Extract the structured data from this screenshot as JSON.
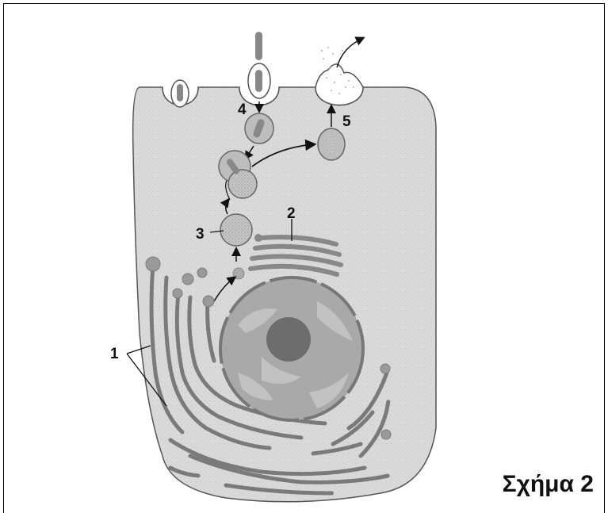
{
  "figure": {
    "caption": "Σχήμα 2",
    "labels": {
      "l1": "1",
      "l2": "2",
      "l3": "3",
      "l4": "4",
      "l5": "5"
    }
  }
}
